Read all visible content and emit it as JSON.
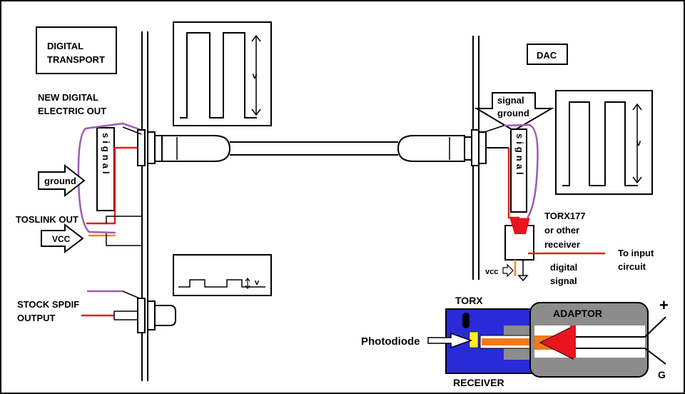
{
  "labels": {
    "transport_box_line1": "DIGITAL",
    "transport_box_line2": "TRANSPORT",
    "new_out_line1": "NEW DIGITAL",
    "new_out_line2": "ELECTRIC OUT",
    "signal_left": "signal",
    "ground_arrow": "ground",
    "toslink_out": "TOSLINK  OUT",
    "vcc_left": "VCC",
    "stock_line1": "STOCK SPDIF",
    "stock_line2": "OUTPUT",
    "voltage_symbol_top": "v",
    "voltage_symbol_small": "v",
    "dac_box": "DAC",
    "signal_ground_line1": "signal",
    "signal_ground_line2": "ground",
    "signal_right": "signal",
    "voltage_symbol_right": "v",
    "torx_line1": "TORX177",
    "torx_line2": "or other",
    "torx_line3": "receiver",
    "to_input_line1": "To input",
    "to_input_line2": "circuit",
    "vcc_right": "vcc",
    "digital_line1": "digital",
    "digital_line2": "signal",
    "torx_title": "TORX",
    "adaptor_title": "ADAPTOR",
    "photodiode": "Photodiode",
    "receiver_title": "RECEIVER",
    "plus_sign": "+",
    "ground_g": "G"
  },
  "colors": {
    "wire_red": "#e02020",
    "wire_purple": "#9b59b6",
    "wire_orange": "#f08a24",
    "receiver_blue": "#2a2ad8",
    "adaptor_gray": "#8c8c8c",
    "cone_red": "#e8141e",
    "diode_yellow": "#ffee22",
    "fiber_orange": "#f07a1a"
  }
}
